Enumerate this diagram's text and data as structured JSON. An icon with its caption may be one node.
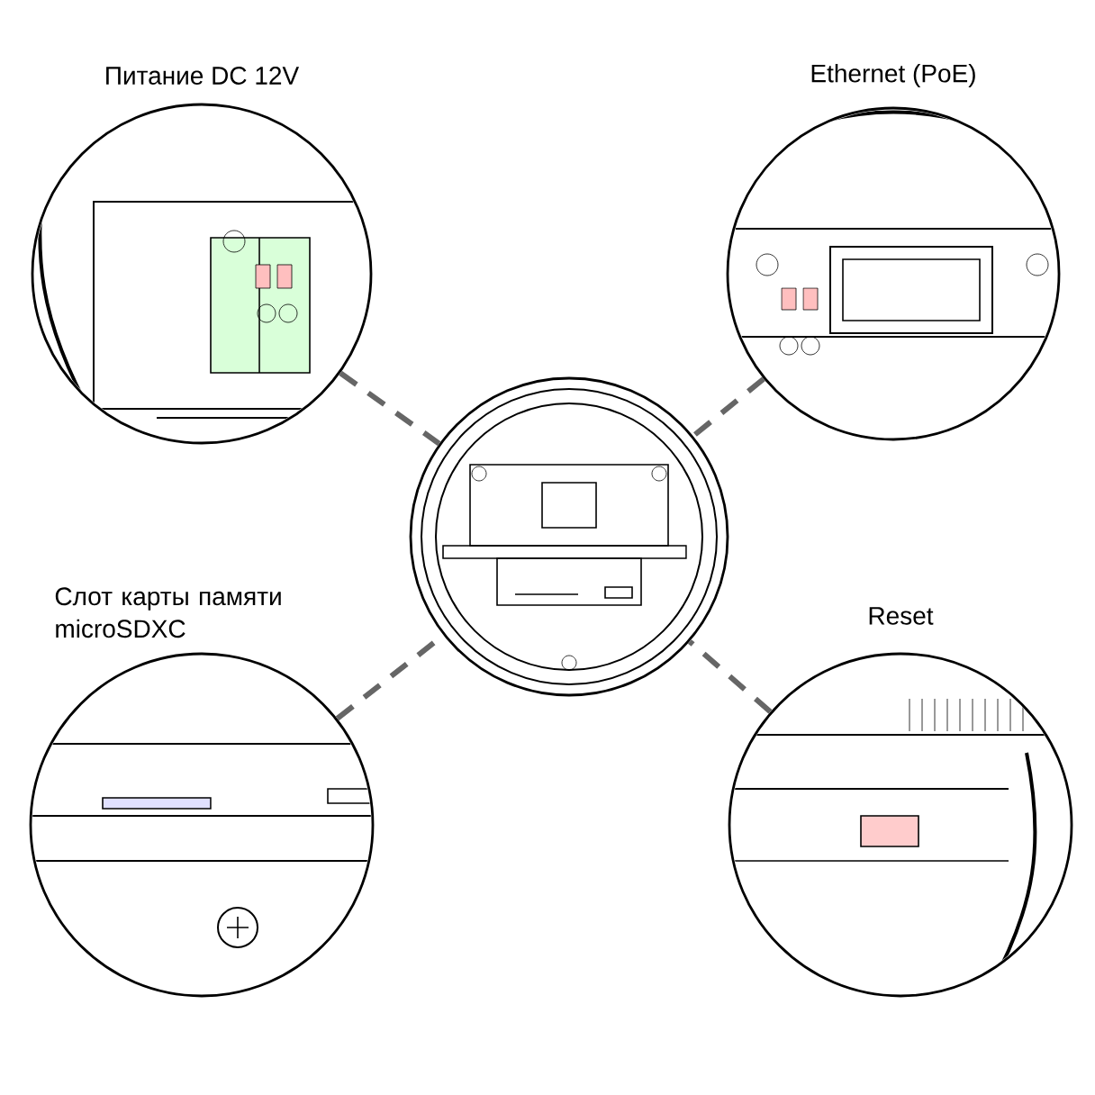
{
  "diagram": {
    "nodes": [
      {
        "text": [
          "Питание DC 12V"
        ]
      },
      {
        "text": [
          "Ethernet (PoE)"
        ]
      },
      {
        "text": [],
        "shape": "picture"
      },
      {
        "text": [
          "Слот карты памяти microSDXC"
        ]
      },
      {
        "text": [
          "Reset"
        ]
      }
    ],
    "edges": [
      {
        "from": 0,
        "to": 2,
        "arrow": "none",
        "style": "dashed"
      },
      {
        "from": 1,
        "to": 2,
        "arrow": "none",
        "style": "dashed"
      },
      {
        "from": 3,
        "to": 2,
        "arrow": "none",
        "style": "dashed"
      },
      {
        "from": 4,
        "to": 2,
        "arrow": "none",
        "style": "dashed"
      }
    ]
  }
}
